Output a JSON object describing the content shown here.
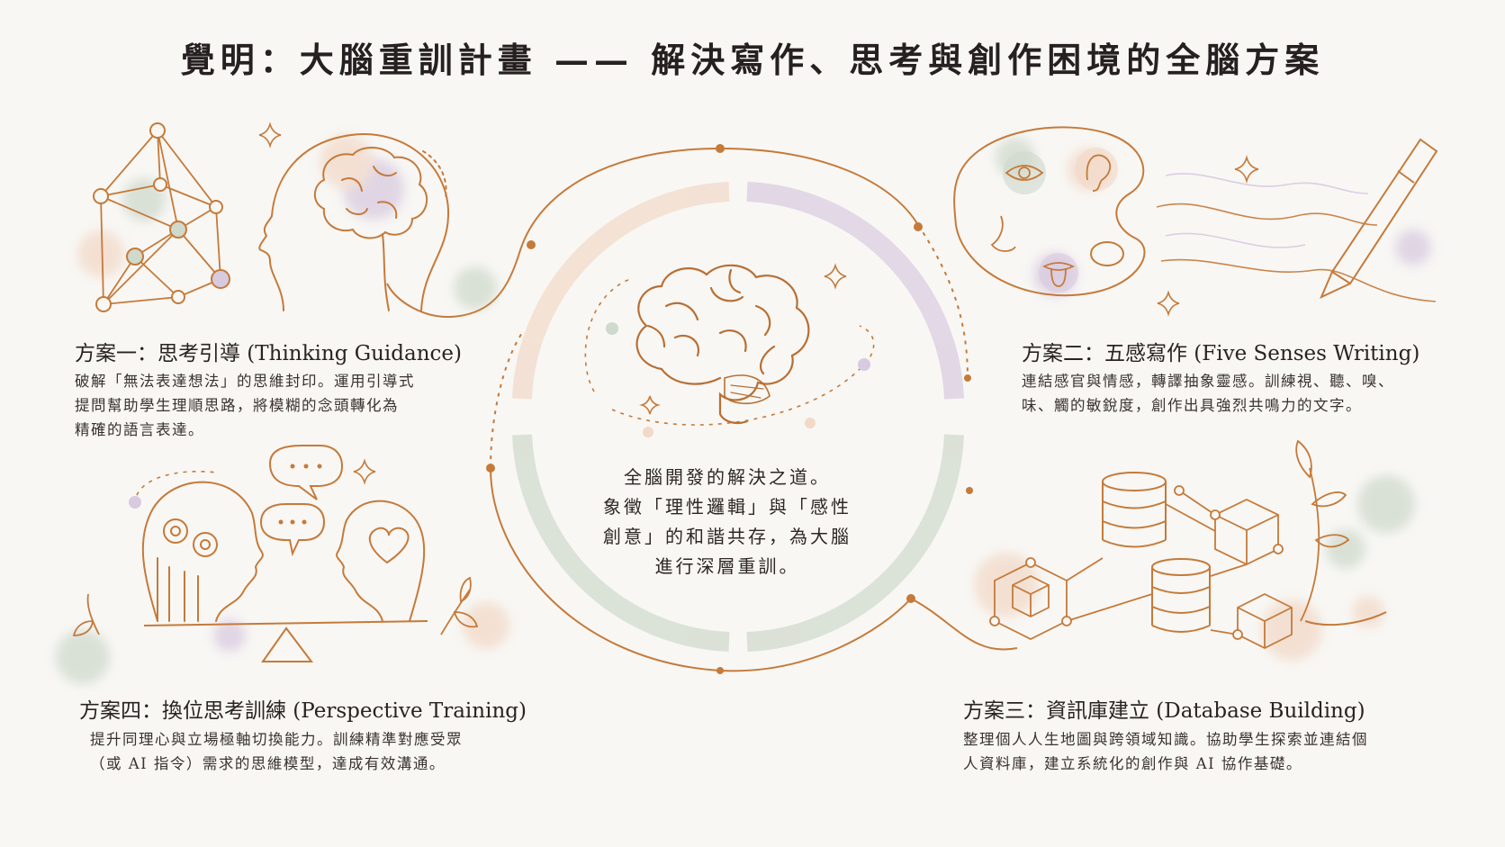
{
  "title": "覺明：大腦重訓計畫 —— 解決寫作、思考與創作困境的全腦方案",
  "center": {
    "lines": [
      "全腦開發的解決之道。",
      "象徵「理性邏輯」與「感性",
      "創意」的和諧共存，為大腦",
      "進行深層重訓。"
    ]
  },
  "plans": [
    {
      "title": "方案一：思考引導 (Thinking Guidance)",
      "desc": [
        "破解「無法表達想法」的思維封印。運用引導式",
        "提問幫助學生理順思路，將模糊的念頭轉化為",
        "精確的語言表達。"
      ]
    },
    {
      "title": "方案二：五感寫作 (Five Senses Writing)",
      "desc": [
        "連結感官與情感，轉譯抽象靈感。訓練視、聽、嗅、",
        "味、觸的敏銳度，創作出具強烈共鳴力的文字。"
      ]
    },
    {
      "title": "方案三：資訊庫建立 (Database Building)",
      "desc": [
        "整理個人人生地圖與跨領域知識。協助學生探索並連結個",
        "人資料庫，建立系統化的創作與 AI 協作基礎。"
      ]
    },
    {
      "title": "方案四：換位思考訓練 (Perspective Training)",
      "desc": [
        "提升同理心與立場極軸切換能力。訓練精準對應受眾",
        "（或 AI 指令）需求的思維模型，達成有效溝通。"
      ]
    }
  ],
  "colors": {
    "line": "#c57a3a",
    "peach": "#f2d9c8",
    "lavender": "#d8cadf",
    "sage": "#cfd9cc",
    "text": "#2d2623"
  }
}
